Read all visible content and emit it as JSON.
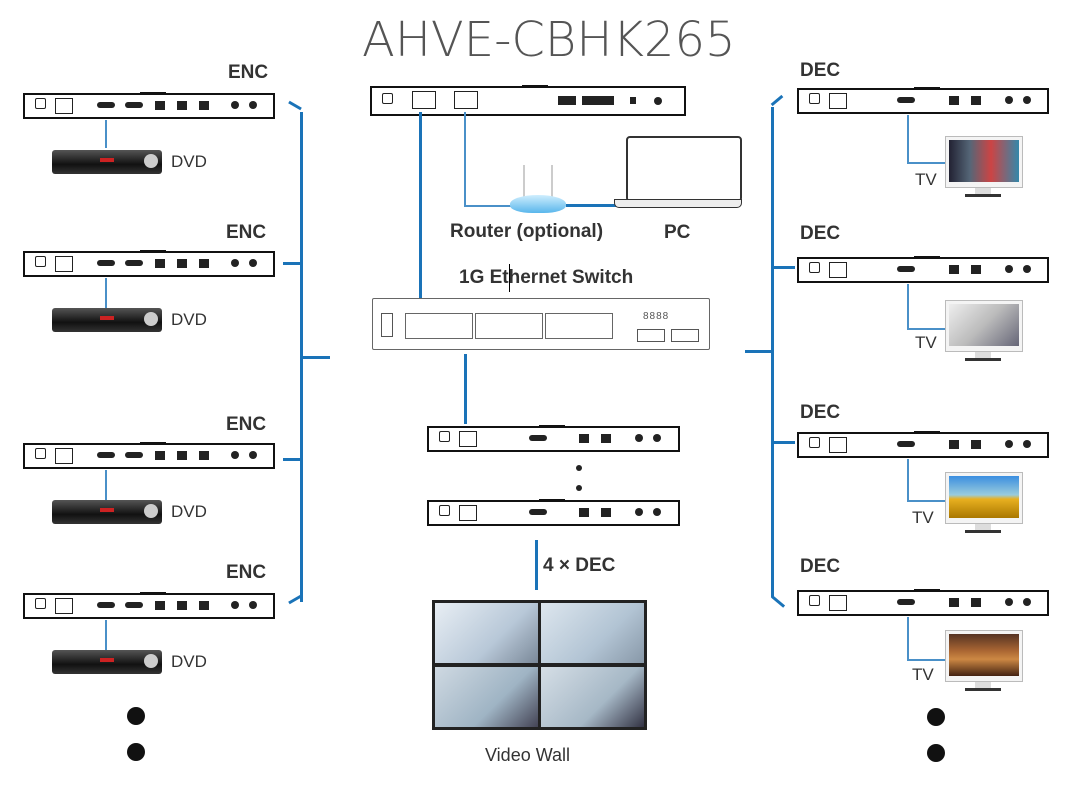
{
  "title": "AHVE-CBHK265",
  "labels": {
    "enc": "ENC",
    "dec": "DEC",
    "dvd": "DVD",
    "tv": "TV",
    "router": "Router (optional)",
    "pc": "PC",
    "switch": "1G Ethernet Switch",
    "dec_count": "4 × DEC",
    "video_wall": "Video Wall"
  },
  "encoders": [
    {
      "label": "ENC",
      "source": "DVD"
    },
    {
      "label": "ENC",
      "source": "DVD"
    },
    {
      "label": "ENC",
      "source": "DVD"
    },
    {
      "label": "ENC",
      "source": "DVD"
    }
  ],
  "decoders": [
    {
      "label": "DEC",
      "display": "TV"
    },
    {
      "label": "DEC",
      "display": "TV"
    },
    {
      "label": "DEC",
      "display": "TV"
    },
    {
      "label": "DEC",
      "display": "TV"
    }
  ],
  "colors": {
    "link": "#1a73b8",
    "title": "#555555"
  }
}
